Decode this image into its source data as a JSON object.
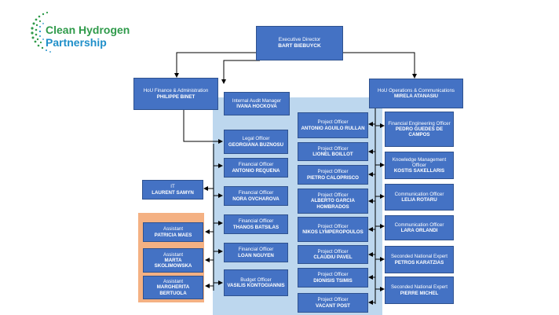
{
  "logo": {
    "line1": "Clean Hydrogen",
    "line2": "Partnership",
    "colors": {
      "green": "#2f9a4a",
      "blue": "#1f8fc9"
    }
  },
  "colors": {
    "box": "#4472c4",
    "panel": "#bdd7ee",
    "assistants_panel": "#f4b183"
  },
  "executive": {
    "role": "Executive Director",
    "name": "BART BIEBUYCK"
  },
  "finance_head": {
    "role": "HoU Finance & Administration",
    "name": "PHILIPPE BINET"
  },
  "audit": {
    "role": "Internal Audit Manager",
    "name": "IVANA HOCKOVA"
  },
  "operations_head": {
    "role": "HoU Operations & Communications",
    "name": "MIRELA ATANASIU"
  },
  "it": {
    "role": "IT",
    "name": "LAURENT SAMYN"
  },
  "finance_staff": [
    {
      "role": "Legal Officer",
      "name": "GEORGIANA BUZNOSU"
    },
    {
      "role": "Financial Officer",
      "name": "ANTONIO REQUENA"
    },
    {
      "role": "Financial Officer",
      "name": "NORA OVCHAROVA"
    },
    {
      "role": "Financial Officer",
      "name": "THANOS BATSILAS"
    },
    {
      "role": "Financial Officer",
      "name": "LOAN NGUYEN"
    },
    {
      "role": "Budget Officer",
      "name": "VASILIS KONTOGIANNIS"
    }
  ],
  "assistants": [
    {
      "role": "Assistant",
      "name": "PATRICIA MAES"
    },
    {
      "role": "Assistant",
      "name": "MARTA SKOLIMOWSKA"
    },
    {
      "role": "Assistant",
      "name": "MARGHERITA BERTUOLA"
    }
  ],
  "project_officers": [
    {
      "role": "Project Officer",
      "name": "ANTONIO AGUILO RULLAN"
    },
    {
      "role": "Project Officer",
      "name": "LIONEL BOILLOT"
    },
    {
      "role": "Project Officer",
      "name": "PIETRO CALOPRISCO"
    },
    {
      "role": "Project Officer",
      "name": "ALBERTO GARCIA HOMBRADOS"
    },
    {
      "role": "Project Officer",
      "name": "NIKOS LYMPEROPOULOS"
    },
    {
      "role": "Project Officer",
      "name": "CLAUDIU PAVEL"
    },
    {
      "role": "Project Officer",
      "name": "DIONISIS TSIMIS"
    },
    {
      "role": "Project Officer",
      "name": "VACANT POST"
    }
  ],
  "operations_staff": [
    {
      "role": "Financial Engineering Officer",
      "name": "PEDRO GUEDES DE CAMPOS"
    },
    {
      "role": "Knowledge Management Officer",
      "name": "KOSTIS SAKELLARIS"
    },
    {
      "role": "Communication Officer",
      "name": "LELIA ROTARU"
    },
    {
      "role": "Communication Officer",
      "name": "LARA ORLANDI"
    },
    {
      "role": "Seconded National Expert",
      "name": "PETROS KARATZIAS"
    },
    {
      "role": "Seconded National Expert",
      "name": "PIERRE MICHEL"
    }
  ]
}
